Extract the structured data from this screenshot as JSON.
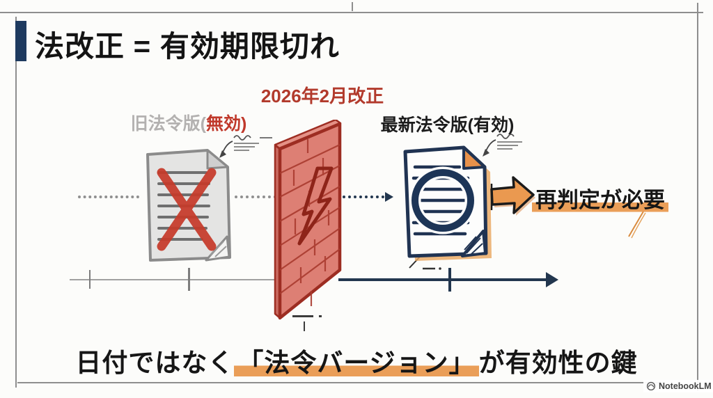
{
  "slide": {
    "title": "法改正 = 有効期限切れ",
    "revision_label": "2026年2月改正",
    "old_doc_label": {
      "prefix": "旧法令版(",
      "status": "無効",
      "suffix": ")"
    },
    "new_doc_label": "最新法令版(有効)",
    "result_label": "再判定が必要",
    "footer": {
      "prefix": "日付ではなく",
      "highlight": "「法令バージョン」",
      "suffix": "が有効性の鍵"
    },
    "watermark": "NotebookLM"
  },
  "colors": {
    "accent_navy": "#1e3a5f",
    "alert_red": "#b23a2c",
    "invalid_grey": "#b3b1b0",
    "highlight_orange": "#e9964a",
    "wall_fill": "#dd7f74",
    "wall_stroke": "#9d2d22",
    "timeline_navy": "#22364e",
    "timeline_grey": "#a0a0a0",
    "doc_grey_fill": "#e4e4e3",
    "red_x": "#c63b2a"
  },
  "icons": {
    "old_document": "grey-document-crossed-out-icon",
    "barrier": "red-brick-wall-icon",
    "bolt": "lightning-icon",
    "new_document": "document-with-seal-icon",
    "flow_arrow": "orange-block-arrow-icon",
    "annotations": "scribble-note-icon",
    "watermark_logo": "notebooklm-logo-icon"
  }
}
